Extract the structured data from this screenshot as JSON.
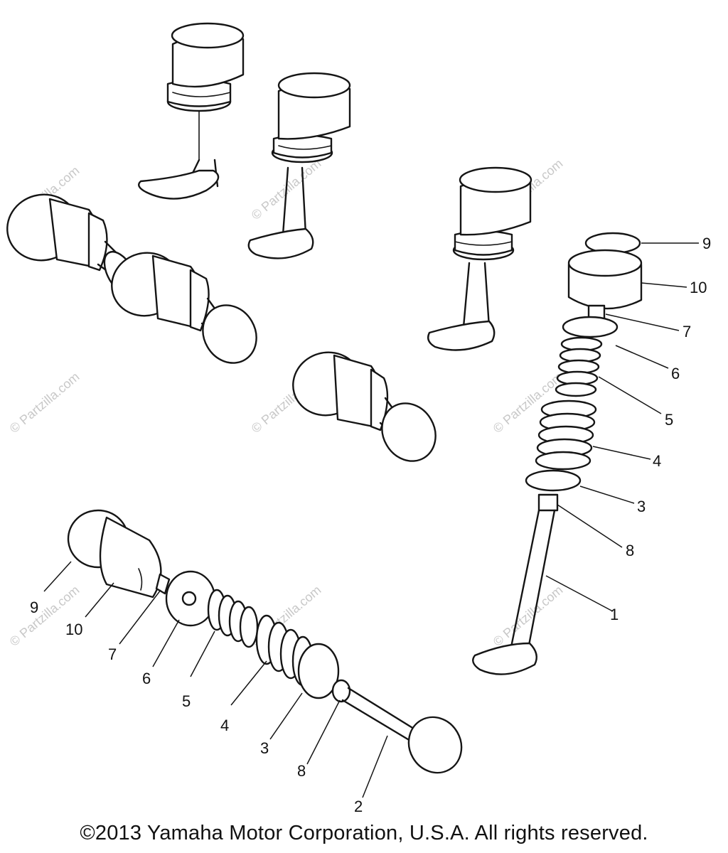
{
  "watermark": "© Partzilla.com",
  "copyright": "©2013 Yamaha Motor Corporation, U.S.A. All rights reserved.",
  "colors": {
    "line": "#151515",
    "background": "#ffffff",
    "watermark": "#c8c8c8"
  },
  "callouts": {
    "right": [
      "9",
      "10",
      "7",
      "6",
      "5",
      "4",
      "3",
      "8",
      "1"
    ],
    "bottom": [
      "9",
      "10",
      "7",
      "6",
      "5",
      "4",
      "3",
      "8",
      "2"
    ]
  }
}
